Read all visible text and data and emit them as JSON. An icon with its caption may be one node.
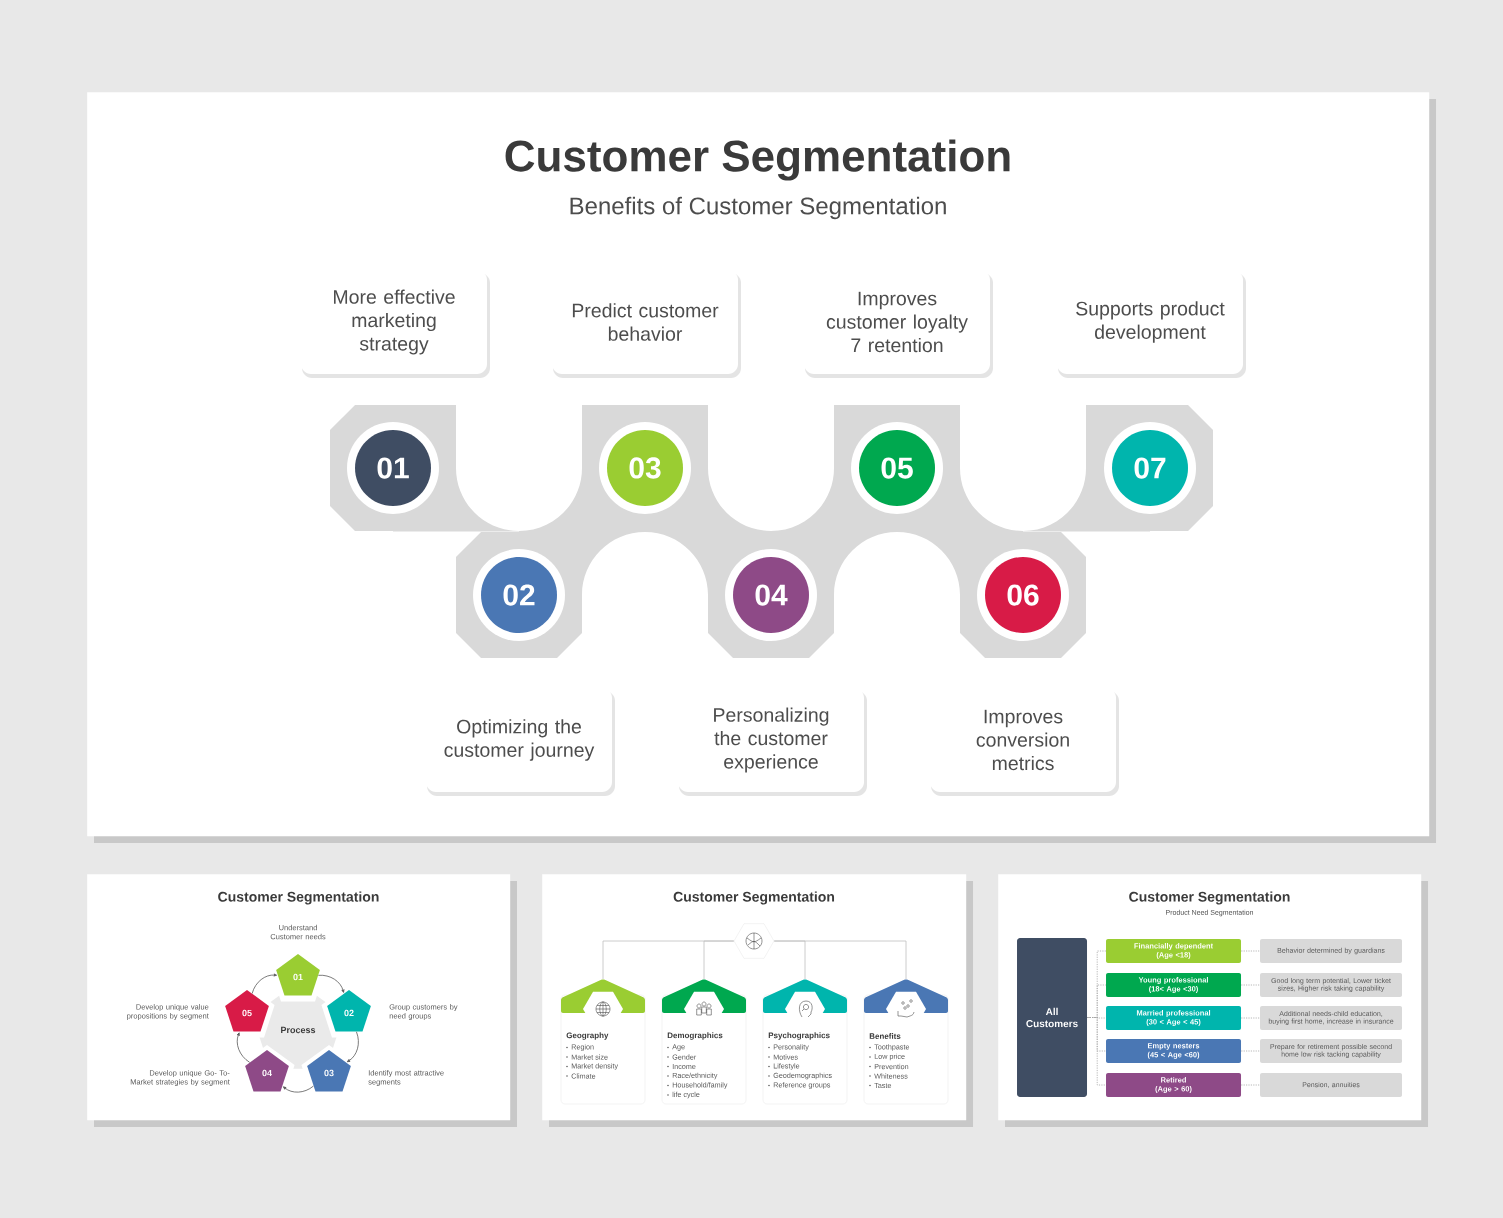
{
  "diagram": {
    "nodes": [
      {
        "text": [
          "Customer Segmentation",
          "Benefits of Customer Segmentation"
        ]
      },
      {
        "text": [
          "More effective marketing strategy"
        ],
        "in": 0
      },
      {
        "text": [
          "Predict customer behavior"
        ],
        "in": 0
      },
      {
        "text": [
          "Improves customer loyalty 7 retention"
        ],
        "in": 0
      },
      {
        "text": [
          "Supports product development"
        ],
        "in": 0
      },
      {
        "text": [
          "01"
        ],
        "in": 0
      },
      {
        "text": [
          "02"
        ],
        "in": 0
      },
      {
        "text": [
          "03"
        ],
        "in": 0
      },
      {
        "text": [
          "04"
        ],
        "in": 0
      },
      {
        "text": [
          "05"
        ],
        "in": 0
      },
      {
        "text": [
          "06"
        ],
        "in": 0
      },
      {
        "text": [
          "07"
        ],
        "in": 0
      },
      {
        "text": [
          "Optimizing the customer journey"
        ],
        "in": 0
      },
      {
        "text": [
          "Personalizing the customer experience"
        ],
        "in": 0
      },
      {
        "text": [
          "Improves conversion metrics"
        ],
        "in": 0
      },
      {
        "text": [
          "Customer Segmentation"
        ]
      },
      {
        "text": [
          "Process"
        ],
        "in": 15
      },
      {
        "text": [
          "01"
        ],
        "beside": [
          "Understand Customer needs"
        ],
        "in": 15
      },
      {
        "text": [
          "02"
        ],
        "beside": [
          "Group customers by need groups"
        ],
        "in": 15
      },
      {
        "text": [
          "03"
        ],
        "beside": [
          "Identify most attractive segments"
        ],
        "in": 15
      },
      {
        "text": [
          "04"
        ],
        "beside": [
          "Develop unique Go- To-Market strategies by segment"
        ],
        "in": 15
      },
      {
        "text": [
          "05"
        ],
        "beside": [
          "Develop unique value propositions by segment"
        ],
        "in": 15
      },
      {
        "text": [
          "Customer Segmentation"
        ]
      },
      {
        "text": [],
        "shape": "hexagon",
        "in": 22
      },
      {
        "text": [
          "Geography",
          "Region",
          "Market size",
          "Market density",
          "Climate"
        ],
        "in": 22
      },
      {
        "text": [
          "Demographics",
          "Age",
          "Gender",
          "Income",
          "Race/ethnicity",
          "Household/family",
          "life cycle"
        ],
        "in": 22
      },
      {
        "text": [
          "Psychographics",
          "Personality",
          "Motives",
          "Lifestyle",
          "Geodemographics",
          "Reference groups"
        ],
        "in": 22
      },
      {
        "text": [
          "Benefits",
          "Toothpaste",
          "Low price",
          "Prevention",
          "Whiteness",
          "Taste"
        ],
        "in": 22
      },
      {
        "text": [
          "Customer Segmentation",
          "Product Need Segmentation"
        ]
      },
      {
        "text": [
          "All Customers"
        ],
        "in": 28
      },
      {
        "text": [
          "Financially dependent",
          "(Age <18)"
        ],
        "in": 28
      },
      {
        "text": [
          "Young professional",
          "(18< Age <30)"
        ],
        "in": 28
      },
      {
        "text": [
          "Married professional",
          "(30 < Age < 45)"
        ],
        "in": 28
      },
      {
        "text": [
          "Empty nesters",
          "(45 < Age <60)"
        ],
        "in": 28
      },
      {
        "text": [
          "Retired",
          "(Age > 60)"
        ],
        "in": 28
      },
      {
        "text": [
          "Behavior determined by guardians"
        ],
        "in": 28
      },
      {
        "text": [
          "Good long term potential, Lower ticket sizes, Higher risk taking capability"
        ],
        "in": 28
      },
      {
        "text": [
          "Additional needs-child education, buying first home, increase in insurance"
        ],
        "in": 28
      },
      {
        "text": [
          "Prepare for retirement possible second home low risk tacking capability"
        ],
        "in": 28
      },
      {
        "text": [
          "Pension, annuities"
        ],
        "in": 28
      }
    ],
    "edges": [
      {
        "from": 17,
        "to": 18,
        "arrow": "to"
      },
      {
        "from": 18,
        "to": 19,
        "arrow": "to"
      },
      {
        "from": 19,
        "to": 20,
        "arrow": "to"
      },
      {
        "from": 20,
        "to": 21,
        "arrow": "to"
      },
      {
        "from": 21,
        "to": 17,
        "arrow": "to"
      },
      {
        "from": 23,
        "to": 24,
        "arrow": "none"
      },
      {
        "from": 23,
        "to": 25,
        "arrow": "none"
      },
      {
        "from": 23,
        "to": 26,
        "arrow": "none"
      },
      {
        "from": 23,
        "to": 27,
        "arrow": "none"
      },
      {
        "from": 29,
        "to": 30,
        "arrow": "none",
        "style": "dashed"
      },
      {
        "from": 29,
        "to": 31,
        "arrow": "none",
        "style": "dashed"
      },
      {
        "from": 29,
        "to": 32,
        "arrow": "none",
        "style": "dashed"
      },
      {
        "from": 29,
        "to": 33,
        "arrow": "none",
        "style": "dashed"
      },
      {
        "from": 29,
        "to": 34,
        "arrow": "none",
        "style": "dashed"
      },
      {
        "from": 30,
        "to": 35,
        "arrow": "none",
        "style": "dashed"
      },
      {
        "from": 31,
        "to": 36,
        "arrow": "none",
        "style": "dashed"
      },
      {
        "from": 32,
        "to": 37,
        "arrow": "none",
        "style": "dashed"
      },
      {
        "from": 33,
        "to": 38,
        "arrow": "none",
        "style": "dashed"
      },
      {
        "from": 34,
        "to": 39,
        "arrow": "none",
        "style": "dashed"
      }
    ]
  }
}
